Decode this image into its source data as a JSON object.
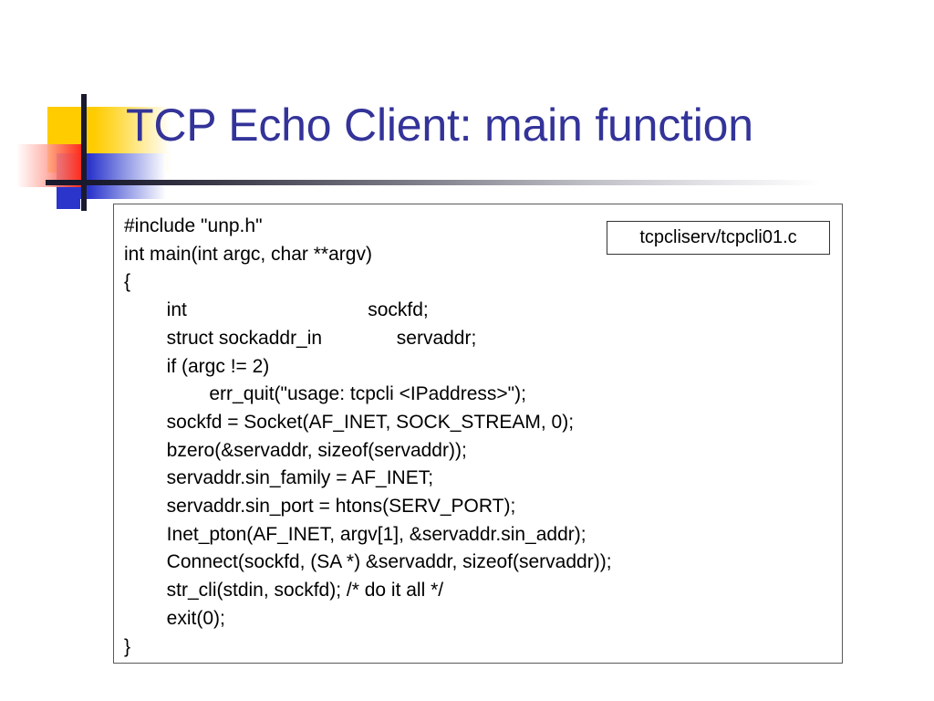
{
  "slide": {
    "title": "TCP Echo Client: main function",
    "title_color": "#333399",
    "background_color": "#ffffff"
  },
  "ornament": {
    "yellow_color": "#FFCC00",
    "red_color": "#FF2A1A",
    "blue_color": "#2B35CC",
    "rule_color": "#1A1A2E"
  },
  "code_box": {
    "file_label": "tcpcliserv/tcpcli01.c",
    "border_color": "#5A5A5A",
    "language": "c",
    "lines": [
      "#include \"unp.h\"",
      "int main(int argc, char **argv)",
      "{",
      "        int                                  sockfd;",
      "        struct sockaddr_in              servaddr;",
      "        if (argc != 2)",
      "                err_quit(\"usage: tcpcli <IPaddress>\");",
      "        sockfd = Socket(AF_INET, SOCK_STREAM, 0);",
      "        bzero(&servaddr, sizeof(servaddr));",
      "        servaddr.sin_family = AF_INET;",
      "        servaddr.sin_port = htons(SERV_PORT);",
      "        Inet_pton(AF_INET, argv[1], &servaddr.sin_addr);",
      "        Connect(sockfd, (SA *) &servaddr, sizeof(servaddr));",
      "        str_cli(stdin, sockfd); /* do it all */",
      "        exit(0);",
      "}"
    ]
  }
}
